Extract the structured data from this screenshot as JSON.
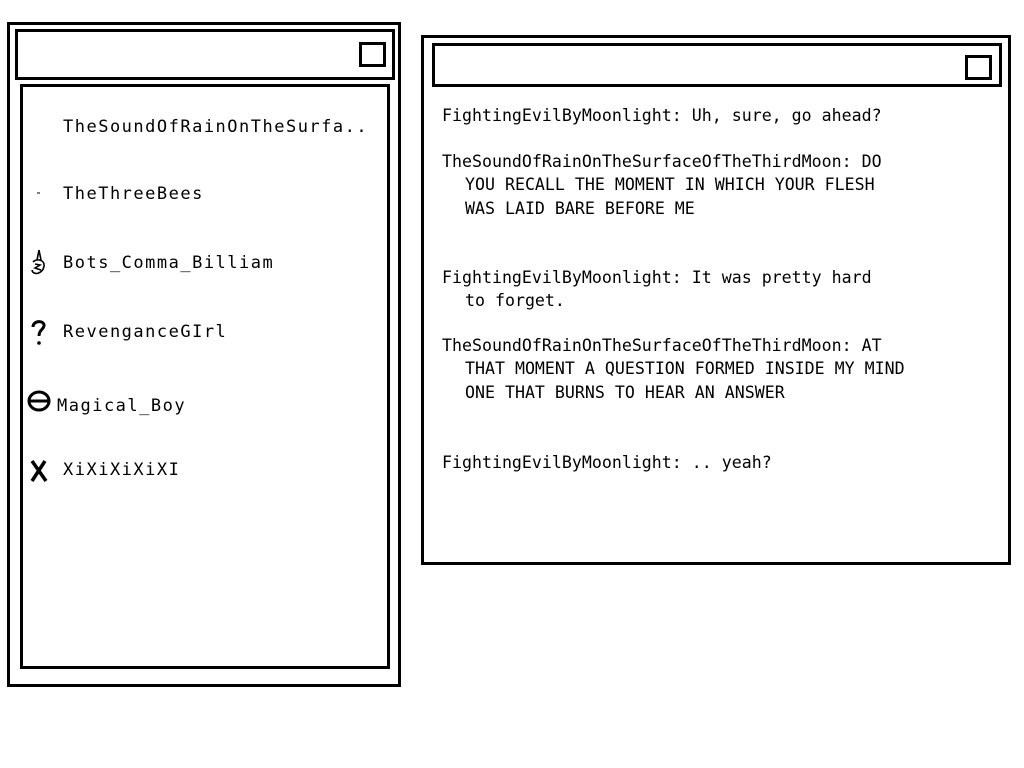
{
  "buddy_list": {
    "items": [
      {
        "name": "TheSoundOfRainOnTheSurfa..",
        "icon": "none"
      },
      {
        "name": "TheThreeBees",
        "icon": "dot-icon"
      },
      {
        "name": "Bots_Comma_Billiam",
        "icon": "hand-drawn-three-icon"
      },
      {
        "name": "RevenganceGIrl",
        "icon": "question-mark-icon"
      },
      {
        "name": "Magical_Boy",
        "icon": "theta-icon"
      },
      {
        "name": "XiXiXiXiXI",
        "icon": "x-mark-icon"
      }
    ]
  },
  "chat": {
    "messages": [
      {
        "lines": [
          "FightingEvilByMoonlight: Uh, sure, go ahead?"
        ]
      },
      {
        "lines": [
          "TheSoundOfRainOnTheSurfaceOfTheThirdMoon: DO",
          "YOU RECALL THE MOMENT IN WHICH YOUR FLESH",
          "WAS LAID BARE BEFORE ME"
        ]
      },
      {
        "lines": [
          "FightingEvilByMoonlight: It was pretty hard",
          "to forget."
        ]
      },
      {
        "lines": [
          "TheSoundOfRainOnTheSurfaceOfTheThirdMoon: AT",
          "THAT MOMENT A QUESTION FORMED INSIDE MY MIND",
          "ONE THAT BURNS TO HEAR AN ANSWER"
        ]
      },
      {
        "lines": [
          "FightingEvilByMoonlight: .. yeah?"
        ]
      }
    ]
  }
}
